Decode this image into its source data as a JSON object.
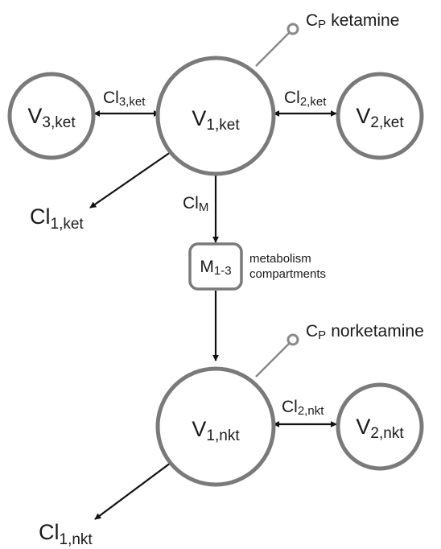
{
  "compartments": {
    "v1_ket": {
      "main": "V",
      "sub": "1,ket"
    },
    "v2_ket": {
      "main": "V",
      "sub": "2,ket"
    },
    "v3_ket": {
      "main": "V",
      "sub": "3,ket"
    },
    "v1_nkt": {
      "main": "V",
      "sub": "1,nkt"
    },
    "v2_nkt": {
      "main": "V",
      "sub": "2,nkt"
    }
  },
  "metabolism": {
    "box": {
      "main": "M",
      "sub": "1-3"
    },
    "label_line1": "metabolism",
    "label_line2": "compartments"
  },
  "clearances": {
    "cl3_ket": {
      "main": "Cl",
      "sub": "3,ket"
    },
    "cl2_ket": {
      "main": "Cl",
      "sub": "2,ket"
    },
    "cl1_ket": {
      "main": "Cl",
      "sub": "1,ket"
    },
    "clm": {
      "main": "Cl",
      "sub": "M"
    },
    "cl2_nkt": {
      "main": "Cl",
      "sub": "2,nkt"
    },
    "cl1_nkt": {
      "main": "Cl",
      "sub": "1,nkt"
    }
  },
  "probes": {
    "ketamine": {
      "main": "C",
      "sub": "P",
      "drug": "ketamine"
    },
    "norketamine": {
      "main": "C",
      "sub": "P",
      "drug": "norketamine"
    }
  }
}
